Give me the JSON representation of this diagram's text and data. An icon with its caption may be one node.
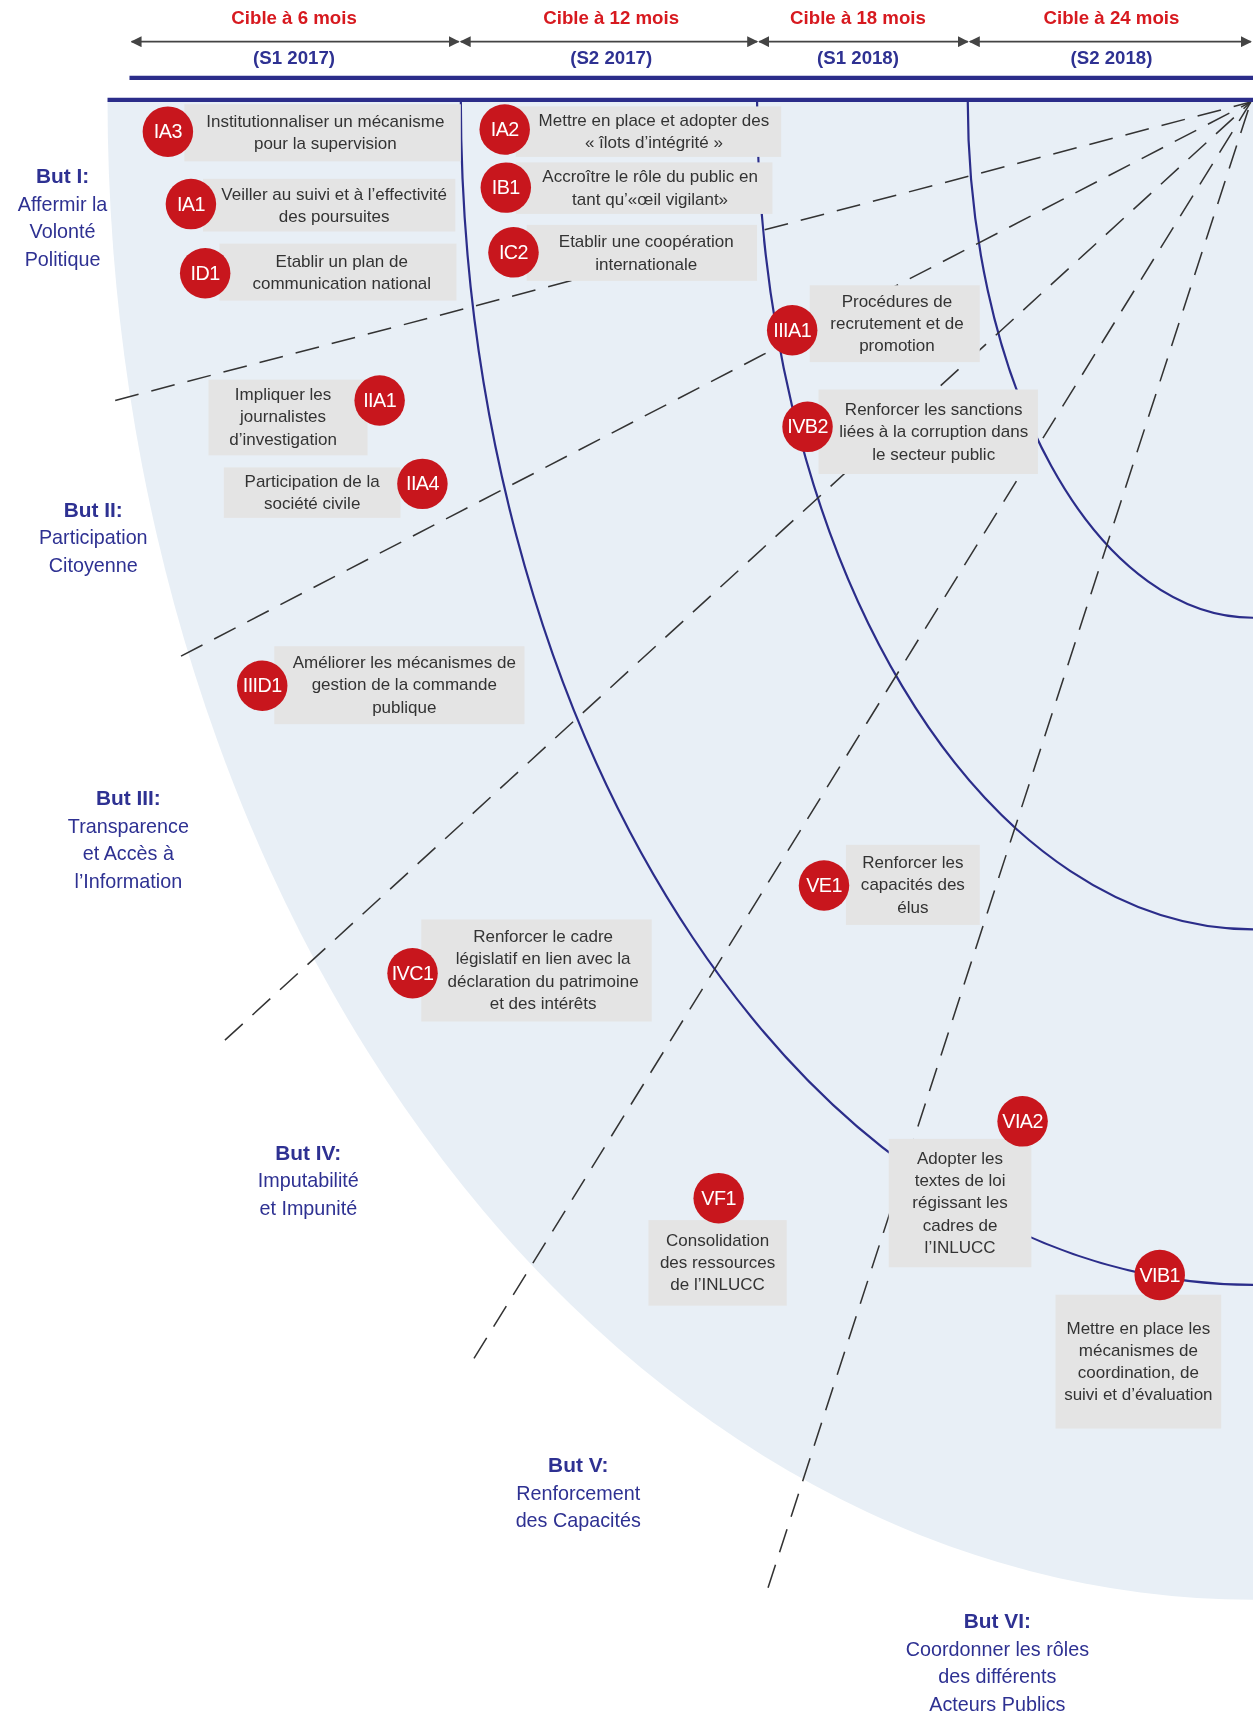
{
  "diagram": {
    "nodes": [
      {
        "text": [
          "IA3",
          "Institutionnaliser un mécanisme pour la supervision"
        ]
      },
      {
        "text": [
          "IA2",
          "Mettre en place et adopter des « îlots d’intégrité »"
        ]
      },
      {
        "text": [
          "IA1",
          "Veiller au suivi et à l’effectivité des poursuites"
        ]
      },
      {
        "text": [
          "IB1",
          "Accroître le rôle du public en tant qu’«œil vigilant»"
        ]
      },
      {
        "text": [
          "ID1",
          "Etablir un plan de communication national"
        ]
      },
      {
        "text": [
          "IC2",
          "Etablir une coopération internationale"
        ]
      },
      {
        "text": [
          "IIIA1",
          "Procédures de recrutement et de promotion"
        ]
      },
      {
        "text": [
          "Impliquer les journalistes d’investigation",
          "IIA1"
        ]
      },
      {
        "text": [
          "IVB2",
          "Renforcer les sanctions liées à la corruption dans le secteur public"
        ]
      },
      {
        "text": [
          "Participation de la société civile",
          "IIA4"
        ]
      },
      {
        "text": [
          "IIID1",
          "Améliorer les mécanismes de gestion de la commande publique"
        ]
      },
      {
        "text": [
          "VE1",
          "Renforcer les capacités des élus"
        ]
      },
      {
        "text": [
          "IVC1",
          "Renforcer le cadre législatif en lien avec la déclaration du patrimoine et des intérêts"
        ]
      },
      {
        "text": [
          "VIA2",
          "Adopter les textes de loi régissant les cadres de l’INLUCC"
        ]
      },
      {
        "text": [
          "VF1",
          "Consolidation des ressources de l’INLUCC"
        ]
      },
      {
        "text": [
          "VIB1",
          "Mettre en place les mécanismes de coordination, de suivi et d’évaluation"
        ]
      }
    ],
    "labels": [
      "Cible à 6 mois",
      "Cible à 12 mois",
      "Cible à 18 mois",
      "Cible à 24 mois",
      "(S1 2017)",
      "(S2 2017)",
      "(S1 2018)",
      "(S2 2018)",
      "But I:",
      "Affermir la Volonté Politique",
      "But II:",
      "Participation Citoyenne",
      "But III:",
      "Transparence et Accès à l’Information",
      "But IV:",
      "Imputabilité et Impunité",
      "But V:",
      "Renforcement des Capacités",
      "But VI:",
      "Coordonner les rôles des différents Acteurs Publics"
    ]
  }
}
